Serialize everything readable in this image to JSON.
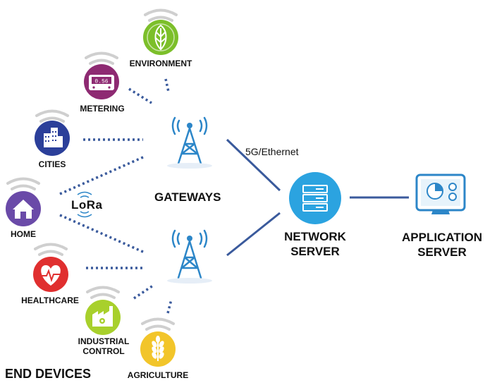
{
  "end_devices": {
    "title": "END DEVICES",
    "items": [
      {
        "label": "ENVIRONMENT",
        "icon": "leaf-icon",
        "color": "#7cbf2a"
      },
      {
        "label": "METERING",
        "icon": "meter-icon",
        "color": "#8e2a72"
      },
      {
        "label": "CITIES",
        "icon": "buildings-icon",
        "color": "#2b3f9a"
      },
      {
        "label": "HOME",
        "icon": "house-icon",
        "color": "#6a4aa8"
      },
      {
        "label": "HEALTHCARE",
        "icon": "heart-pulse-icon",
        "color": "#e02f2f"
      },
      {
        "label": "INDUSTRIAL",
        "label2": "CONTROL",
        "icon": "factory-icon",
        "color": "#a8d02c"
      },
      {
        "label": "AGRICULTURE",
        "icon": "wheat-icon",
        "color": "#f2c52a"
      }
    ]
  },
  "protocol_label": "LoRa",
  "gateways_label": "GATEWAYS",
  "backhaul_label": "5G/Ethernet",
  "network_server": {
    "line1": "NETWORK",
    "line2": "SERVER",
    "color": "#2ba3e0"
  },
  "application_server": {
    "line1": "APPLICATION",
    "line2": "SERVER"
  },
  "colors": {
    "link": "#3a5a9c",
    "tower": "#2c86c8",
    "arc": "#cccccc"
  }
}
